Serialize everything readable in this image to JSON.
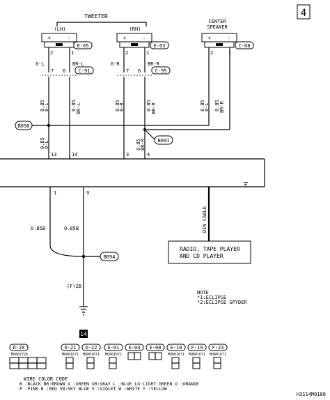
{
  "page_number": "4",
  "tweeter": {
    "title": "TWEETER",
    "lh": {
      "label": "(LH)",
      "plus": "+",
      "minus": "-",
      "pin_plus": "2",
      "pin_minus": "1",
      "connector": "E-05"
    },
    "rh": {
      "label": "(RH)",
      "plus": "+",
      "minus": "-",
      "pin_plus": "2",
      "pin_minus": "1",
      "connector": "E-03"
    }
  },
  "center_speaker": {
    "title_line1": "CENTER",
    "title_line2": "SPEAKER",
    "plus": "+",
    "minus": "-",
    "pin_plus": "2",
    "pin_minus": "1",
    "connector": "C-08"
  },
  "upper_wires": {
    "lh_left": "0-L",
    "lh_right": "BR-L",
    "rh_left": "0-R",
    "rh_right": "BR-R"
  },
  "junction_connectors": {
    "left": {
      "pin_a": "7",
      "pin_b": "6",
      "connector": "C-91"
    },
    "right": {
      "pin_a": "7",
      "pin_b": "6",
      "connector": "C-95"
    }
  },
  "mid_wires": {
    "w1_size": "0.85",
    "w1_color": "0-L",
    "w2_size": "0.85",
    "w2_color": "BR-L",
    "w3_size": "0.85",
    "w3_color": "0-R",
    "w4_size": "0.85",
    "w4_color": "BR-R",
    "w5_size": "0.85",
    "w5_color": "0-L",
    "w6_size": "0.85",
    "w6_color": "BR-R"
  },
  "splices": {
    "s1": "B090",
    "s2": "B091",
    "s3": "B094"
  },
  "lower_wires": {
    "w1_size": "0.85",
    "w1_color": "0-L",
    "w2_size": "0.85",
    "w2_color": "BR-R"
  },
  "unit_pins": {
    "p13": "13",
    "p14": "14",
    "p3": "3",
    "p4": "4",
    "p1": "1",
    "p9": "9"
  },
  "ground_wires": {
    "left": "0.85B",
    "right": "0.85B",
    "main": "(F)2B"
  },
  "din_cable": "DIN CABLE",
  "radio": {
    "line1": "RADIO, TAPE PLAYER",
    "line2": "AND CD PLAYER"
  },
  "ground_number": "14",
  "note": {
    "title": "NOTE",
    "line1": "*1:ECLIPSE",
    "line2": "*2:ECLIPSE SPYDER"
  },
  "connector_legend": [
    {
      "id": "D-20",
      "sub": "MU802726"
    },
    {
      "id": "D-21",
      "sub": "MU801671"
    },
    {
      "id": "D-22",
      "sub": "MU801671"
    },
    {
      "id": "E-01",
      "sub": "MU801671"
    },
    {
      "id": "E-03",
      "sub": ""
    },
    {
      "id": "E-08",
      "sub": ""
    },
    {
      "id": "E-10",
      "sub": "MU801671"
    },
    {
      "id": "F-19",
      "sub": "MU801671"
    },
    {
      "id": "F-23",
      "sub": "MU801671"
    }
  ],
  "wire_color_code": {
    "title": "WIRE COLOR CODE",
    "row1": "B :BLACK   BR:BROWN   G :GREEN     GR:GRAY     L :BLUE     LG:LIGHT GREEN   O :ORANGE",
    "row2": "P :PINK    R :RED     SB:SKY BLUE  V :VIOLET   W :WHITE    Y :YELLOW"
  },
  "figure_code": "H3S14M0188"
}
